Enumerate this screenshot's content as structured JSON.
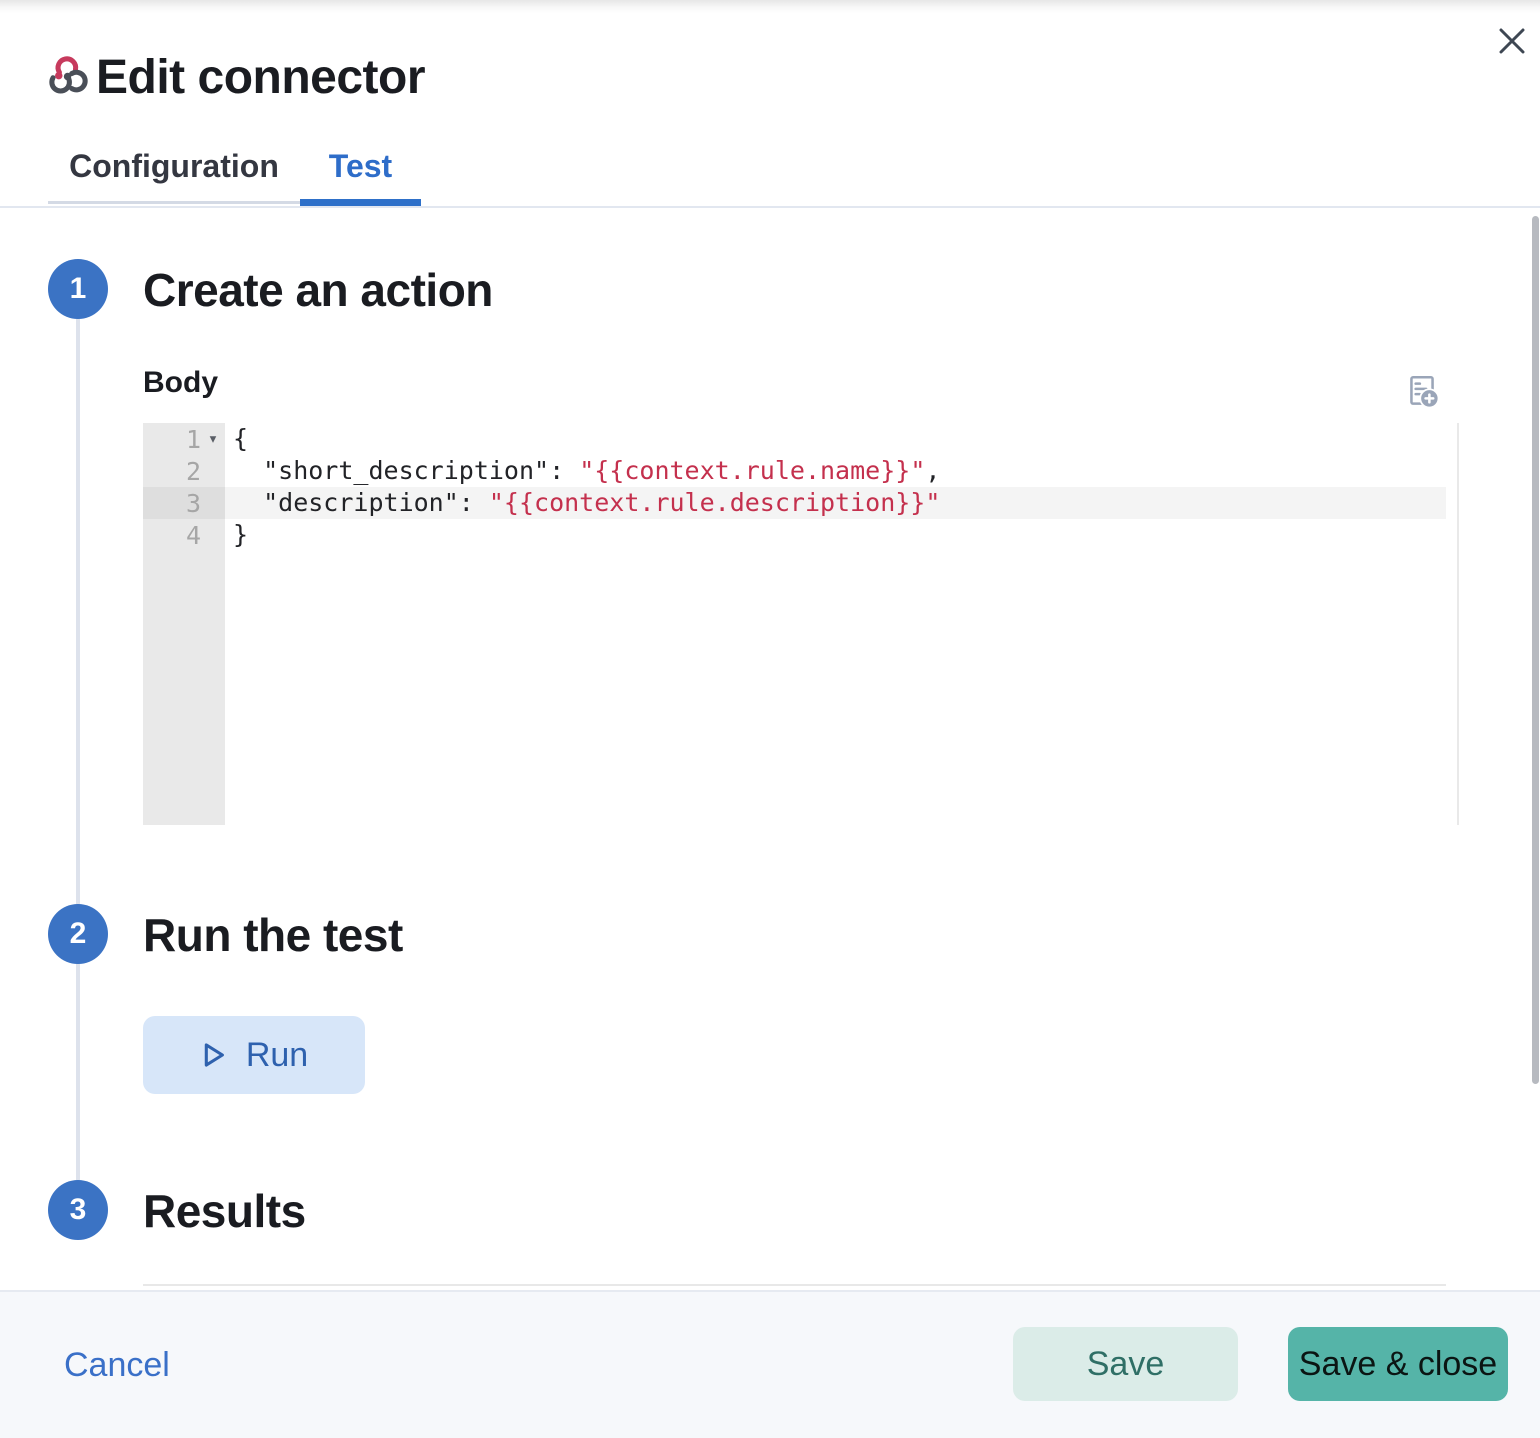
{
  "colors": {
    "primary_blue": "#3b73c4",
    "tab_active_blue": "#2e6dc9",
    "link_blue": "#3a70c8",
    "code_string_red": "#c4304d",
    "code_plain": "#222327",
    "run_button_bg": "#d7e6f9",
    "run_button_text": "#2e61ae",
    "save_button_bg": "#dbece8",
    "save_button_text": "#2f6f66",
    "save_close_bg": "#55b4a8",
    "webhook_logo_accent": "#c73a5d",
    "webhook_logo_dark": "#4a4f58"
  },
  "header": {
    "title": "Edit connector",
    "logo": "webhook-logo"
  },
  "tabs": [
    {
      "label": "Configuration",
      "active": false
    },
    {
      "label": "Test",
      "active": true
    }
  ],
  "steps": [
    {
      "number": "1",
      "title": "Create an action"
    },
    {
      "number": "2",
      "title": "Run the test"
    },
    {
      "number": "3",
      "title": "Results"
    }
  ],
  "body_editor": {
    "label": "Body",
    "add_variable_icon": "add-variable-icon",
    "lines": [
      {
        "num": "1",
        "fold": true,
        "active": false,
        "segments": [
          {
            "t": "{",
            "type": "plain"
          }
        ]
      },
      {
        "num": "2",
        "fold": false,
        "active": false,
        "segments": [
          {
            "t": "  \"short_description\": ",
            "type": "plain"
          },
          {
            "t": "\"{{context.rule.name}}\"",
            "type": "string"
          },
          {
            "t": ",",
            "type": "plain"
          }
        ]
      },
      {
        "num": "3",
        "fold": false,
        "active": true,
        "segments": [
          {
            "t": "  \"description\": ",
            "type": "plain"
          },
          {
            "t": "\"{{context.rule.description}}\"",
            "type": "string"
          }
        ]
      },
      {
        "num": "4",
        "fold": false,
        "active": false,
        "segments": [
          {
            "t": "}",
            "type": "plain"
          }
        ]
      }
    ]
  },
  "run_section": {
    "run_label": "Run"
  },
  "footer": {
    "cancel_label": "Cancel",
    "save_label": "Save",
    "save_close_label": "Save & close"
  }
}
